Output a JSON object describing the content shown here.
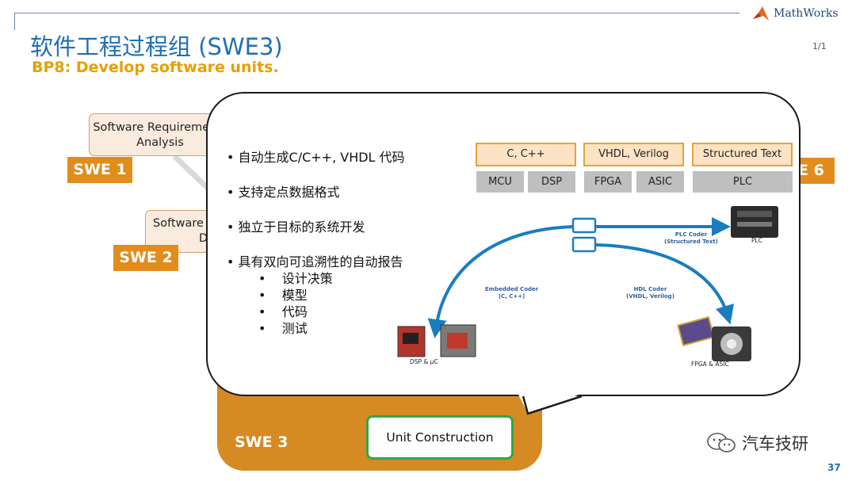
{
  "header": {
    "title": "软件工程过程组 (SWE3)",
    "subtitle": "BP8: Develop software units.",
    "logo_text": "MathWorks",
    "page_count": "1/1",
    "page_number": "37"
  },
  "process": {
    "req_box_line1": "Software Requirements",
    "req_box_line2": "Analysis",
    "design_box_line1": "Software",
    "design_box_line2": "D",
    "swe1": "SWE 1",
    "swe2": "SWE 2",
    "swe3": "SWE 3",
    "swe6": "E 6",
    "unit_construction": "Unit Construction"
  },
  "callout": {
    "bullets": [
      "自动生成C/C++, VHDL 代码",
      "支持定点数据格式",
      "独立于目标的系统开发",
      "具有双向可追溯性的自动报告"
    ],
    "sub_bullets": [
      "设计决策",
      "模型",
      "代码",
      "测试"
    ],
    "languages": [
      "C, C++",
      "VHDL, Verilog",
      "Structured Text"
    ],
    "hardware": [
      "MCU",
      "DSP",
      "FPGA",
      "ASIC",
      "PLC"
    ],
    "diagram": {
      "plc_coder_line1": "PLC Coder",
      "plc_coder_line2": "(Structured Text)",
      "plc_label": "PLC",
      "embedded_coder_line1": "Embedded Coder",
      "embedded_coder_line2": "(C, C++)",
      "hdl_coder_line1": "HDL Coder",
      "hdl_coder_line2": "(VHDL, Verilog)",
      "dsp_label": "DSP & µC",
      "fpga_label": "FPGA & ASIC"
    }
  },
  "watermark": {
    "text": "汽车技研"
  },
  "colors": {
    "title_blue": "#1f6fb4",
    "subtitle_gold": "#e6a000",
    "swe_orange": "#e28d1b",
    "arrow_blue": "#1a7dc0",
    "unit_green": "#2ea84a"
  }
}
